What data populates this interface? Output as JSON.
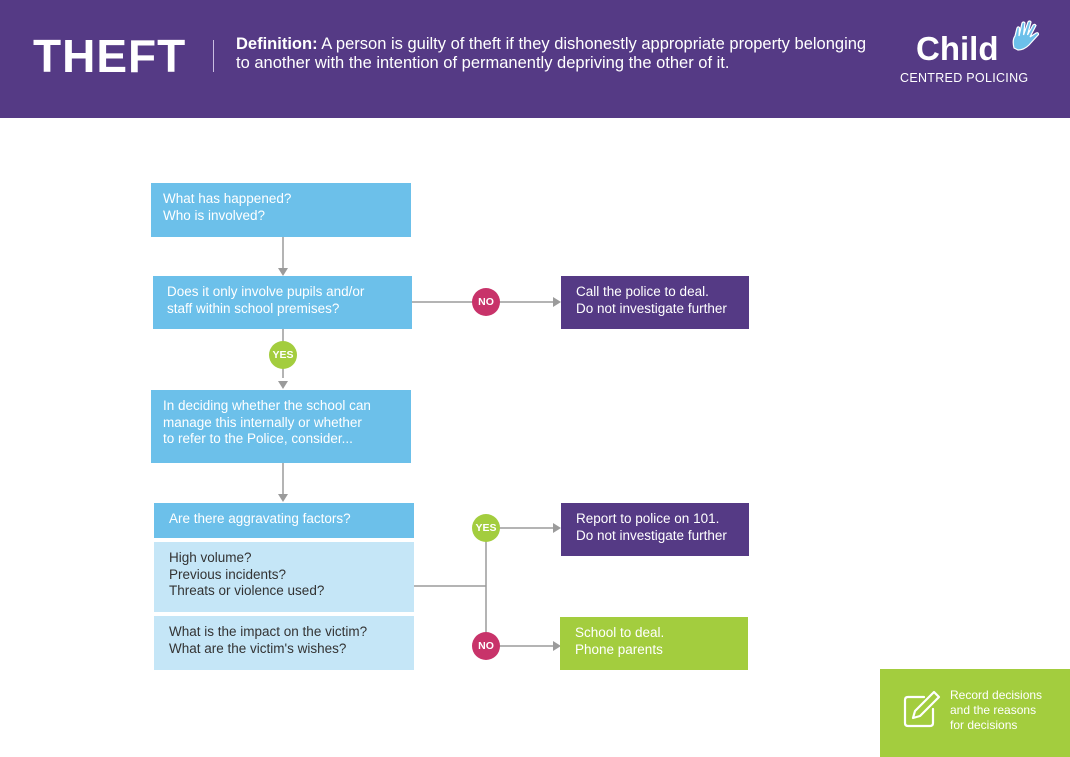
{
  "header": {
    "title": "THEFT",
    "definition_label": "Definition:",
    "definition_text": " A person is guilty of theft if they dishonestly appropriate property belonging to another with the intention of permanently depriving the other of it.",
    "logo_word": "Child",
    "logo_sub": "CENTRED POLICING",
    "background": "#553a85"
  },
  "flow": {
    "step1": {
      "line1": "What has happened?",
      "line2": "Who is involved?"
    },
    "step2": {
      "line1": "Does it only involve pupils and/or",
      "line2": "staff within school premises?"
    },
    "step2_no_badge": "NO",
    "step2_no_result": {
      "line1": "Call the police to deal.",
      "line2": "Do not investigate further"
    },
    "step2_yes_badge": "YES",
    "step3": {
      "line1": "In deciding whether the school can",
      "line2": "manage this internally or whether",
      "line3": "to refer to the Police, consider..."
    },
    "factors_header": "Are there aggravating factors?",
    "factors_list": {
      "line1": "High volume?",
      "line2": "Previous incidents?",
      "line3": "Threats or violence used?"
    },
    "impact": {
      "line1": "What is the impact on the victim?",
      "line2": "What are the victim's wishes?"
    },
    "yes_badge": "YES",
    "yes_result": {
      "line1": "Report to police on 101.",
      "line2": "Do not investigate further"
    },
    "no_badge": "NO",
    "no_result": {
      "line1": "School to deal.",
      "line2": "Phone parents"
    }
  },
  "record": {
    "line1": "Record decisions",
    "line2": "and the reasons",
    "line3": "for decisions",
    "icon": "edit-pencil-icon"
  },
  "colors": {
    "purple": "#553a85",
    "blue": "#6cc0ea",
    "light_blue": "#c5e6f7",
    "green": "#a3cd3e",
    "magenta": "#c8336a",
    "connector": "#9b9b9b"
  }
}
